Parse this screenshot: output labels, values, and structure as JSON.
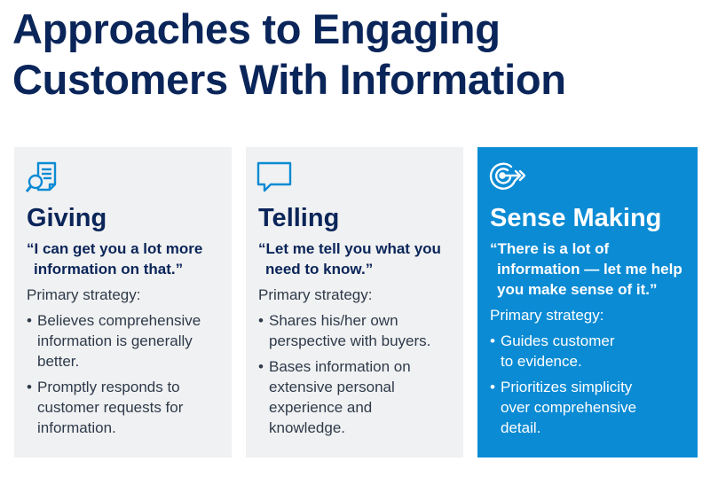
{
  "title": {
    "line1": "Approaches to Engaging",
    "line2": "Customers With Information"
  },
  "colors": {
    "title": "#0a2559",
    "card_gray": "#f0f1f2",
    "card_blue": "#0b8bd4",
    "icon_blue": "#0b8bd4"
  },
  "cards": [
    {
      "icon": "document-magnifier-icon",
      "heading": "Giving",
      "quote": [
        "“I can get you a lot more",
        "information on that.”"
      ],
      "strategy_label": "Primary strategy:",
      "bullet_marker": "•",
      "bullets": [
        [
          "Believes comprehensive",
          "information is generally",
          "better."
        ],
        [
          "Promptly responds to",
          "customer requests for",
          "information."
        ]
      ]
    },
    {
      "icon": "speech-bubble-icon",
      "heading": "Telling",
      "quote": [
        "“Let me tell you what you",
        "need to know.”"
      ],
      "strategy_label": "Primary strategy:",
      "bullet_marker": "•",
      "bullets": [
        [
          "Shares his/her own",
          "perspective with buyers."
        ],
        [
          "Bases information on",
          "extensive personal",
          "experience and",
          "knowledge."
        ]
      ]
    },
    {
      "icon": "target-arrow-icon",
      "heading": "Sense Making",
      "quote": [
        "“There is a lot of",
        "information — let me help",
        "you make sense of it.”"
      ],
      "strategy_label": "Primary strategy:",
      "bullet_marker": "•",
      "bullets": [
        [
          "Guides customer",
          "to evidence."
        ],
        [
          "Prioritizes simplicity",
          "over comprehensive",
          "detail."
        ]
      ]
    }
  ]
}
